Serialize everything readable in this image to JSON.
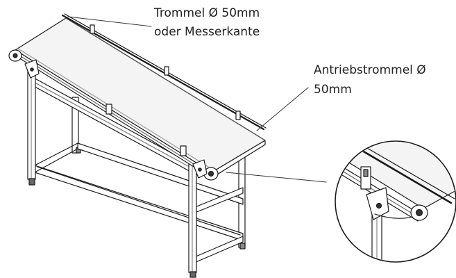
{
  "labels": {
    "drum_line1": "Trommel Ø 50mm",
    "drum_line2": "oder Messerkante",
    "drive_line1": "Antriebstrommel Ø",
    "drive_line2": "50mm"
  },
  "colors": {
    "stroke": "#1a1a1a",
    "light_stroke": "#555555",
    "belt_fill": "#f4f4f4",
    "background": "#ffffff"
  }
}
